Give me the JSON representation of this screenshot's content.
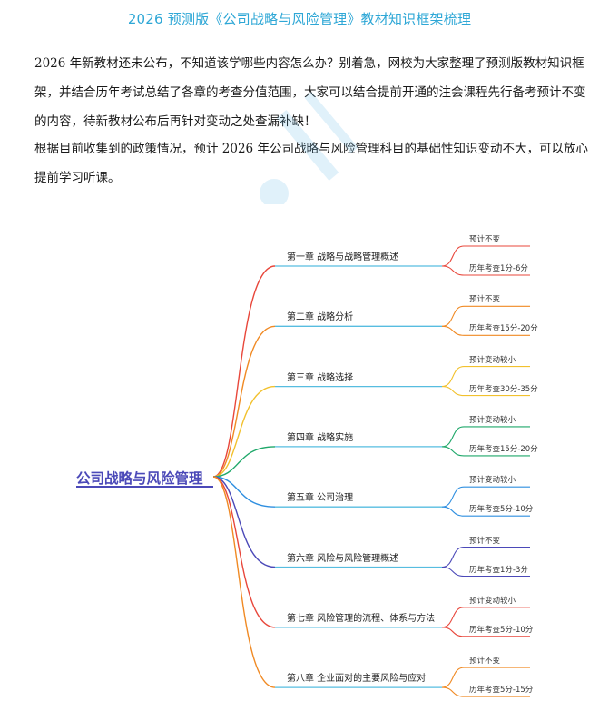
{
  "header": {
    "title": "2026 预测版《公司战略与风险管理》教材知识框架梳理"
  },
  "intro": {
    "paragraph1": "2026 年新教材还未公布，不知道该学哪些内容怎么办？别着急，网校为大家整理了预测版教材知识框架，并结合历年考试总结了各章的考查分值范围，大家可以结合提前开通的注会课程先行备考预计不变的内容，待新教材公布后再针对变动之处查漏补缺！",
    "paragraph2": "根据目前收集到的政策情况，预计 2026 年公司战略与风险管理科目的基础性知识变动不大，可以放心提前学习听课。"
  },
  "mindmap": {
    "root": "公司战略与风险管理",
    "chapters": [
      {
        "title": "第一章  战略与战略管理概述",
        "change": "预计不变",
        "score": "历年考查1分-6分",
        "color": "#e8473b"
      },
      {
        "title": "第二章  战略分析",
        "change": "预计不变",
        "score": "历年考查15分-20分",
        "color": "#f08a24"
      },
      {
        "title": "第三章  战略选择",
        "change": "预计变动较小",
        "score": "历年考查30分-35分",
        "color": "#f2c12e"
      },
      {
        "title": "第四章  战略实施",
        "change": "预计变动较小",
        "score": "历年考查15分-20分",
        "color": "#1fa86a"
      },
      {
        "title": "第五章  公司治理",
        "change": "预计变动较小",
        "score": "历年考查5分-10分",
        "color": "#2f8fe0"
      },
      {
        "title": "第六章  风险与风险管理概述",
        "change": "预计不变",
        "score": "历年考查1分-3分",
        "color": "#4b49b8"
      },
      {
        "title": "第七章  风险管理的流程、体系与方法",
        "change": "预计变动较小",
        "score": "历年考查5分-10分",
        "color": "#e8473b"
      },
      {
        "title": "第八章  企业面对的主要风险与应对",
        "change": "预计不变",
        "score": "历年考查5分-15分",
        "color": "#f08a24"
      }
    ]
  },
  "watermark": {
    "icon": "zhengbao-logo-icon"
  }
}
